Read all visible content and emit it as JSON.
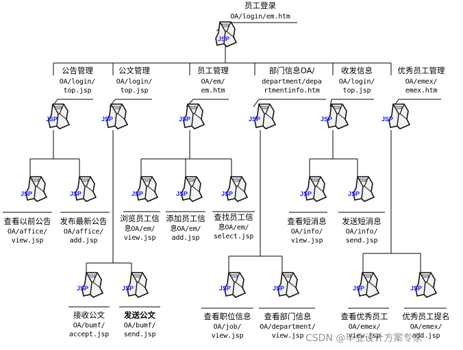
{
  "icon_text": "JSP",
  "nodes": {
    "login": {
      "title": "员工登录",
      "path": "OA/login/em.htm"
    },
    "notice": {
      "title": "公告管理",
      "path": "OA/login/ top.jsp"
    },
    "doc": {
      "title": "公文管理",
      "path": "OA/login/ top.jsp"
    },
    "emp": {
      "title": "员工管理",
      "path": "OA/em/ em.htm"
    },
    "dept": {
      "title": "部门信息OA/",
      "path": "department/depa rtmentinfo.htm"
    },
    "msg": {
      "title": "收发信息",
      "path": "OA/login/ top.jsp"
    },
    "excel": {
      "title": "优秀员工管理",
      "path": "OA/emex/ emex.htm"
    },
    "notice_view": {
      "title": "查看以前公告",
      "path": "OA/affice/ view.jsp"
    },
    "notice_add": {
      "title": "发布最新公告",
      "path": "OA/affice/ add.jsp"
    },
    "emp_view": {
      "title": "浏览员工信",
      "path": "息OA/em/ view.jsp"
    },
    "emp_add": {
      "title": "添加员工信",
      "path": "息OA/em/ add.jsp"
    },
    "emp_select": {
      "title": "查找员工信",
      "path": "息OA/em/ select.jsp"
    },
    "msg_view": {
      "title": "查看短消息",
      "path": "OA/info/ view.jsp"
    },
    "msg_send": {
      "title": "发送短消息",
      "path": "OA/info/ send.jsp"
    },
    "doc_accept": {
      "title": "接收公文",
      "path": "OA/bumf/ accept.jsp"
    },
    "doc_send": {
      "title": "发送公文",
      "path": "OA/bumf/ send.jsp"
    },
    "job_view": {
      "title": "查看职位信息",
      "path": "OA/job/ view.jsp"
    },
    "dept_view": {
      "title": "查看部门信息",
      "path": "OA/department/ view.jsp"
    },
    "excel_view": {
      "title": "查看优秀员工",
      "path": "OA/emex/ view.jsp"
    },
    "excel_nom": {
      "title": "优秀员工提名",
      "path": "OA/emex/ add.jsp"
    }
  },
  "watermark": "CSDN @毕业设计方案专家"
}
